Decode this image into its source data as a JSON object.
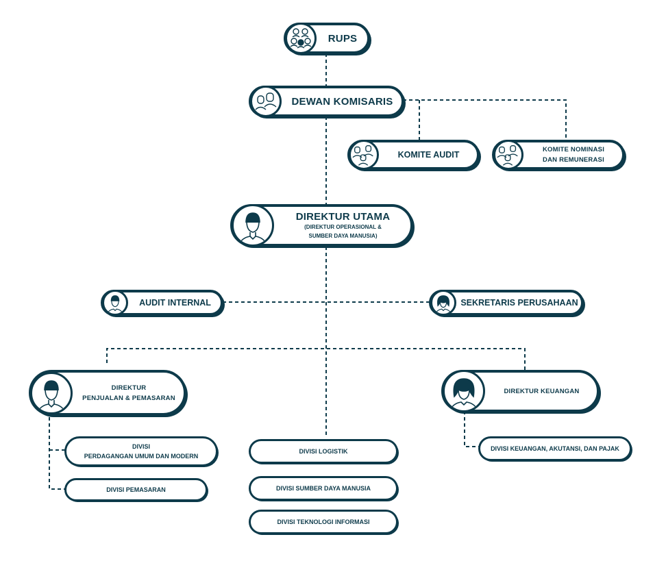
{
  "colors": {
    "primary": "#0d3a4a",
    "background": "#ffffff"
  },
  "nodes": {
    "rups": {
      "label": "RUPS",
      "icon": "group-people-icon"
    },
    "dewan_komisaris": {
      "label": "DEWAN KOMISARIS",
      "icon": "two-people-icon"
    },
    "komite_audit": {
      "label": "KOMITE AUDIT",
      "icon": "three-people-icon"
    },
    "komite_nominasi": {
      "line1": "KOMITE NOMINASI",
      "line2": "DAN REMUNERASI",
      "icon": "three-people-icon"
    },
    "direktur_utama": {
      "label": "DIREKTUR UTAMA",
      "sub1": "(DIREKTUR OPERASIONAL &",
      "sub2": "SUMBER DAYA MANUSIA)",
      "icon": "man-portrait-icon"
    },
    "audit_internal": {
      "label": "AUDIT INTERNAL",
      "icon": "man-portrait-icon"
    },
    "sekretaris": {
      "label": "SEKRETARIS PERUSAHAAN",
      "icon": "woman-portrait-icon"
    },
    "direktur_penjualan": {
      "line1": "DIREKTUR",
      "line2": "PENJUALAN & PEMASARAN",
      "icon": "man-portrait-icon"
    },
    "direktur_keuangan": {
      "label": "DIREKTUR KEUANGAN",
      "icon": "woman-portrait-icon"
    }
  },
  "divisions": {
    "perdagangan": {
      "line1": "DIVISI",
      "line2": "PERDAGANGAN UMUM DAN MODERN"
    },
    "pemasaran": {
      "label": "DIVISI PEMASARAN"
    },
    "logistik": {
      "label": "DIVISI LOGISTIK"
    },
    "sdm": {
      "label": "DIVISI SUMBER DAYA MANUSIA"
    },
    "ti": {
      "label": "DIVISI TEKNOLOGI INFORMASI"
    },
    "keuangan": {
      "label": "DIVISI KEUANGAN, AKUTANSI, DAN PAJAK"
    }
  }
}
